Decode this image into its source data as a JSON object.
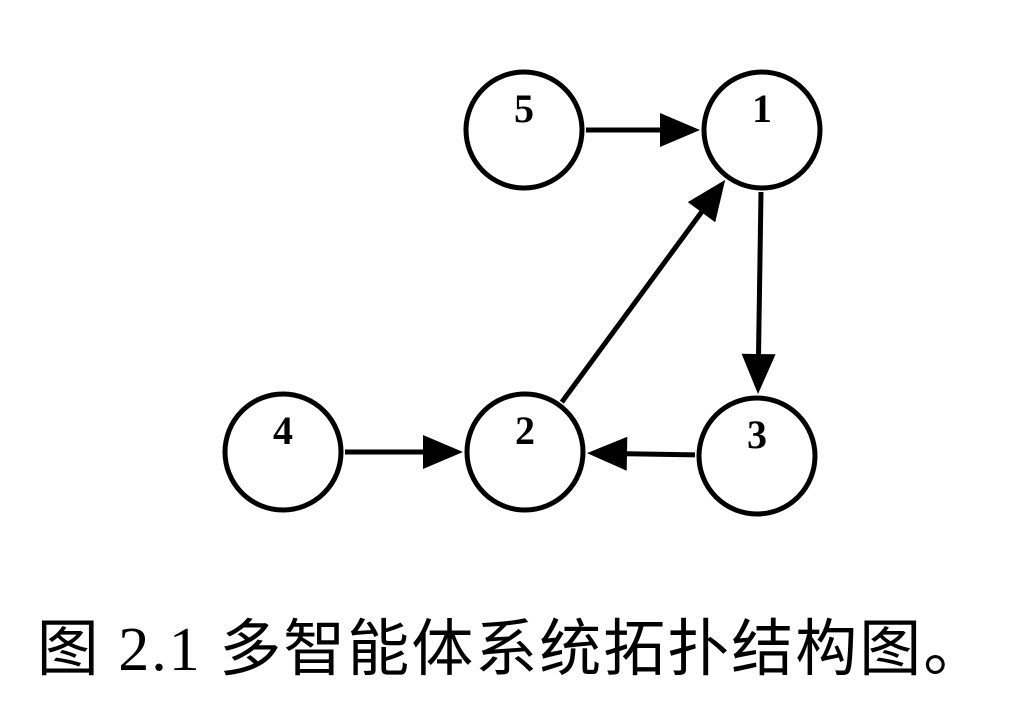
{
  "diagram": {
    "nodes": [
      {
        "id": "1",
        "label": "1"
      },
      {
        "id": "2",
        "label": "2"
      },
      {
        "id": "3",
        "label": "3"
      },
      {
        "id": "4",
        "label": "4"
      },
      {
        "id": "5",
        "label": "5"
      }
    ],
    "edges": [
      {
        "from": "5",
        "to": "1"
      },
      {
        "from": "2",
        "to": "1"
      },
      {
        "from": "1",
        "to": "3"
      },
      {
        "from": "3",
        "to": "2"
      },
      {
        "from": "4",
        "to": "2"
      }
    ],
    "colors": {
      "stroke": "#000000",
      "fill": "#ffffff",
      "background": "#ffffff"
    }
  },
  "caption": "图 2.1  多智能体系统拓扑结构图。"
}
